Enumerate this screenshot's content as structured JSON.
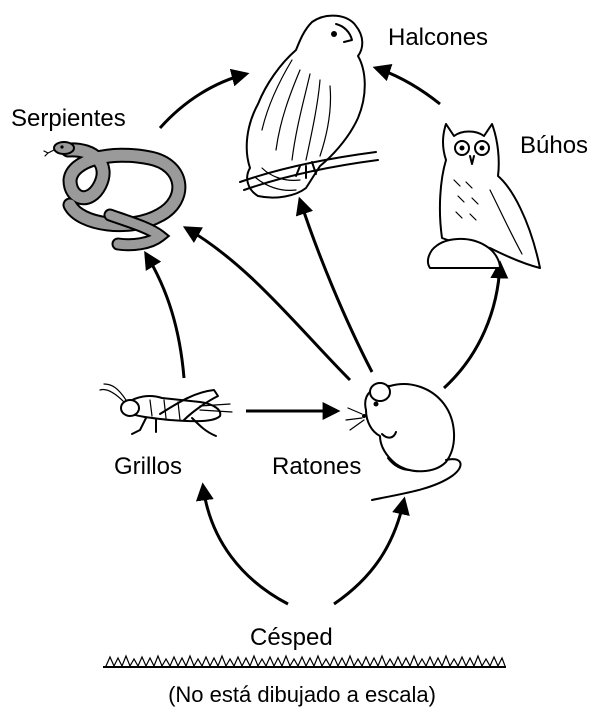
{
  "organisms": {
    "hawks": "Halcones",
    "snakes": "Serpientes",
    "owls": "Búhos",
    "crickets": "Grillos",
    "mice": "Ratones",
    "grass": "Césped"
  },
  "note": "(No está dibujado a escala)",
  "arrows": [
    {
      "from": "Serpientes",
      "to": "Halcones"
    },
    {
      "from": "Búhos",
      "to": "Halcones"
    },
    {
      "from": "Grillos",
      "to": "Serpientes"
    },
    {
      "from": "Ratones",
      "to": "Serpientes"
    },
    {
      "from": "Ratones",
      "to": "Halcones"
    },
    {
      "from": "Ratones",
      "to": "Búhos"
    },
    {
      "from": "Grillos",
      "to": "Ratones"
    },
    {
      "from": "Césped",
      "to": "Grillos"
    },
    {
      "from": "Césped",
      "to": "Ratones"
    }
  ],
  "colors": {
    "line": "#000000",
    "snake_body": "#9a9a9a",
    "background": "#ffffff"
  }
}
